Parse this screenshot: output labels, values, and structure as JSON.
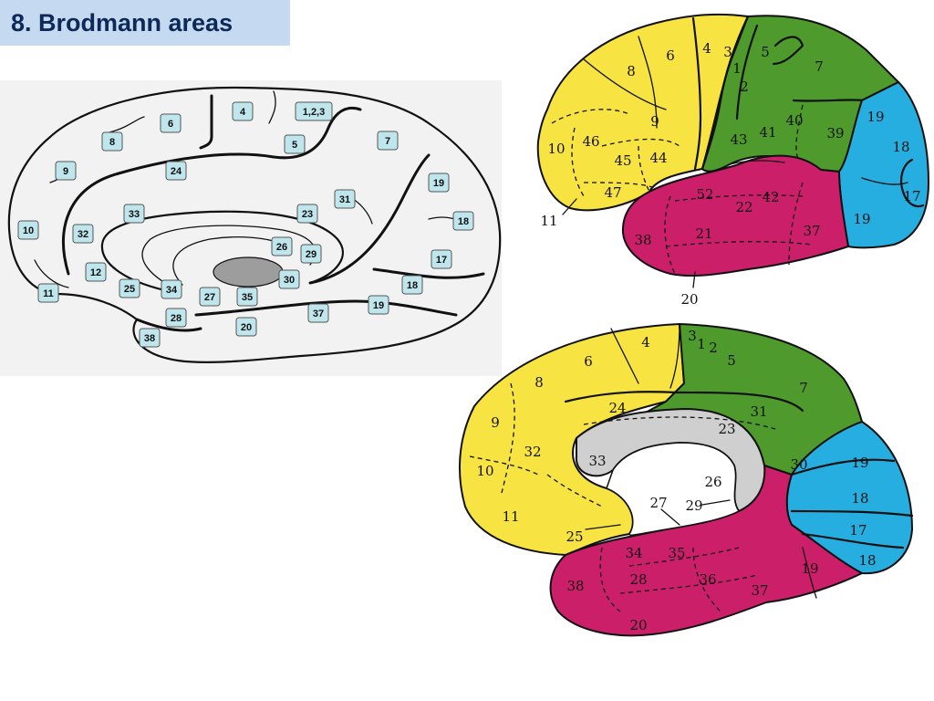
{
  "slide": {
    "title": "8. Brodmann areas"
  },
  "medial_diagram": {
    "labels": [
      "6",
      "4",
      "1,2,3",
      "8",
      "5",
      "7",
      "9",
      "24",
      "19",
      "31",
      "33",
      "23",
      "10",
      "32",
      "18",
      "26",
      "29",
      "17",
      "12",
      "30",
      "11",
      "25",
      "34",
      "27",
      "35",
      "18",
      "37",
      "19",
      "28",
      "20",
      "38"
    ]
  },
  "lateral_diagram": {
    "labels": [
      "6",
      "4",
      "3",
      "5",
      "8",
      "1",
      "2",
      "7",
      "19",
      "9",
      "43",
      "41",
      "40",
      "39",
      "10",
      "46",
      "18",
      "45",
      "44",
      "47",
      "52",
      "42",
      "17",
      "22",
      "11",
      "19",
      "38",
      "21",
      "37",
      "20"
    ]
  },
  "medial_colored_diagram": {
    "labels": [
      "4",
      "3",
      "1",
      "2",
      "5",
      "6",
      "8",
      "7",
      "24",
      "31",
      "23",
      "9",
      "32",
      "33",
      "30",
      "19",
      "10",
      "26",
      "27",
      "29",
      "18",
      "11",
      "17",
      "25",
      "34",
      "35",
      "28",
      "36",
      "37",
      "19",
      "18",
      "38",
      "20"
    ]
  },
  "colors": {
    "frontal": "#f7e443",
    "parietal": "#4f9a2c",
    "occipital": "#27aee0",
    "temporal": "#cc1f6a",
    "corpus_callosum": "#cfcfcf",
    "label_box": "#bfe6ec"
  }
}
